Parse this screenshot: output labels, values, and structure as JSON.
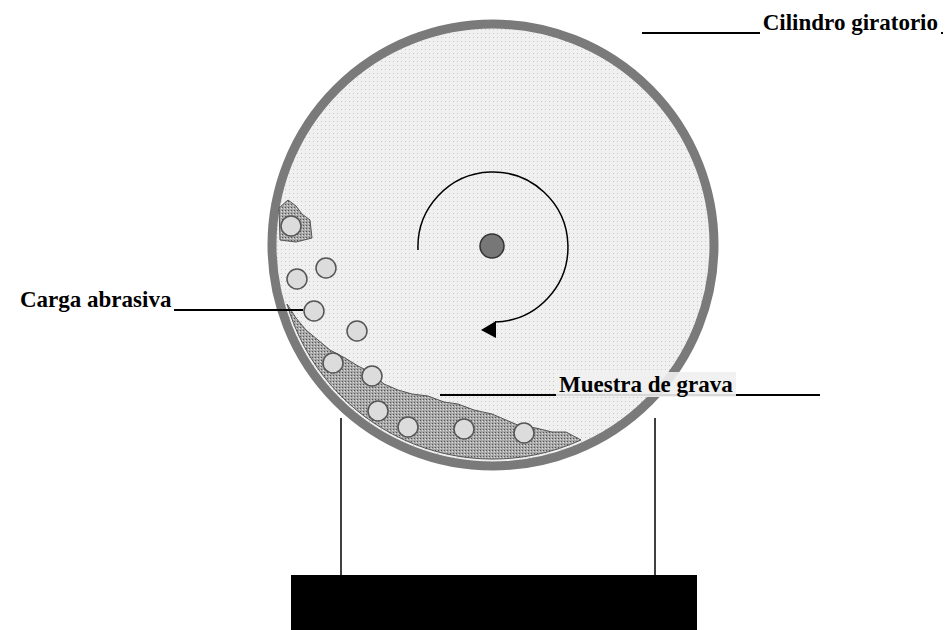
{
  "diagram": {
    "labels": [
      "Cilindro giratorio",
      "Carga abrasiva",
      "Muestra de grava"
    ]
  }
}
